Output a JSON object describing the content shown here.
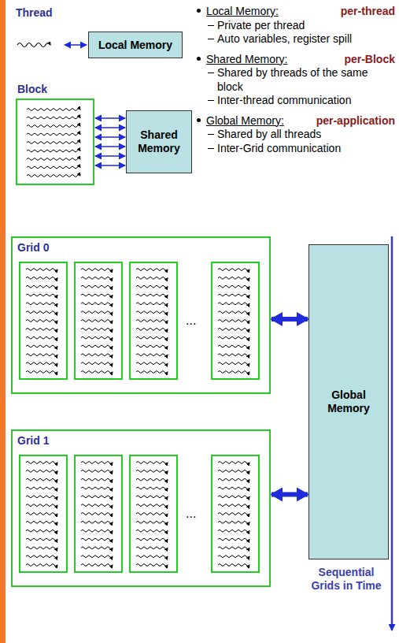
{
  "diagram": {
    "nodes": [
      {
        "text": [
          "Local Memory"
        ]
      },
      {
        "text": [
          "Block"
        ]
      },
      {
        "text": [
          "Shared Memory"
        ]
      },
      {
        "text": [
          "Grid 0"
        ]
      },
      {
        "text": [
          "Grid 1"
        ]
      },
      {
        "text": [
          "Global Memory"
        ]
      }
    ],
    "edges": [
      {
        "from": 1,
        "to": 2,
        "arrow": "both"
      },
      {
        "from": 3,
        "to": 5,
        "arrow": "both"
      },
      {
        "from": 4,
        "to": 5,
        "arrow": "both"
      }
    ],
    "labels": [
      "Thread",
      "Local Memory:",
      "per-thread",
      "Private per thread",
      "Auto variables, register spill",
      "Shared Memory:",
      "per-Block",
      "Shared by threads of the same block",
      "Inter-thread communication",
      "Global Memory:",
      "per-application",
      "Shared by all threads",
      "Inter-Grid communication",
      "Sequential Grids in Time",
      "...",
      "..."
    ]
  }
}
